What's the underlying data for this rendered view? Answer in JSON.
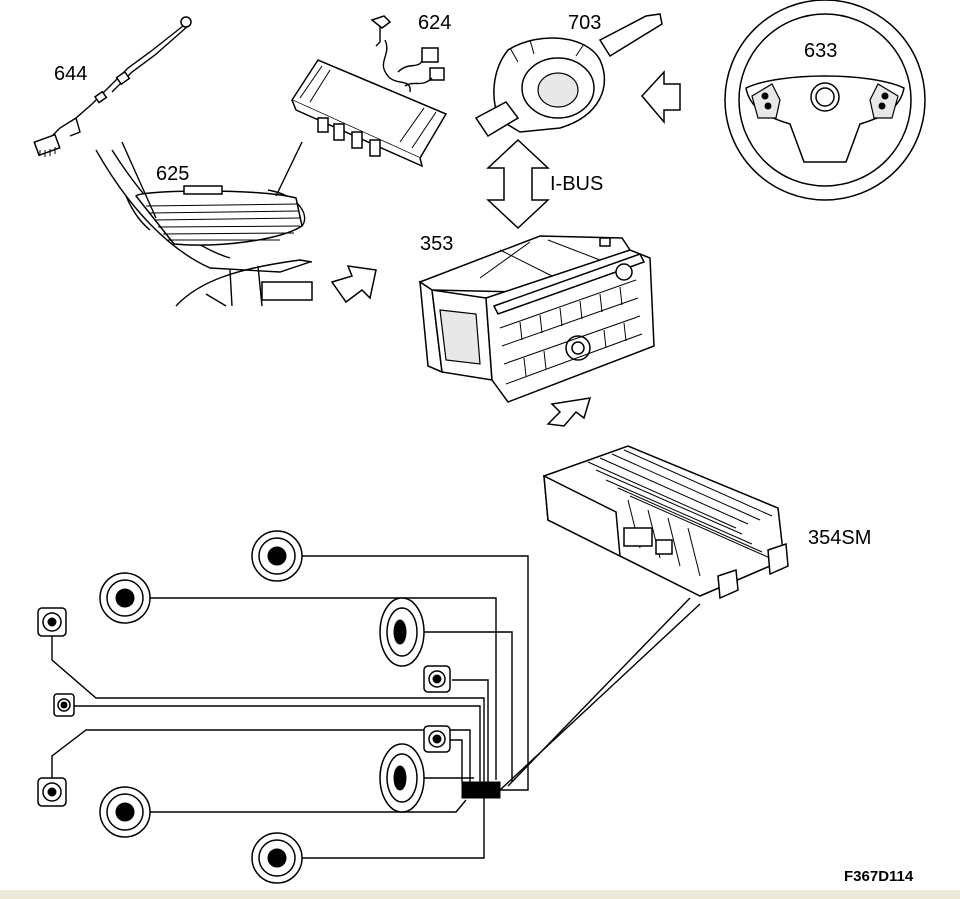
{
  "diagram": {
    "labels": {
      "part_644": "644",
      "part_624": "624",
      "part_703": "703",
      "part_633": "633",
      "part_625": "625",
      "part_353": "353",
      "part_354SM": "354SM",
      "bus": "I-BUS",
      "figure_id": "F367D114"
    }
  }
}
